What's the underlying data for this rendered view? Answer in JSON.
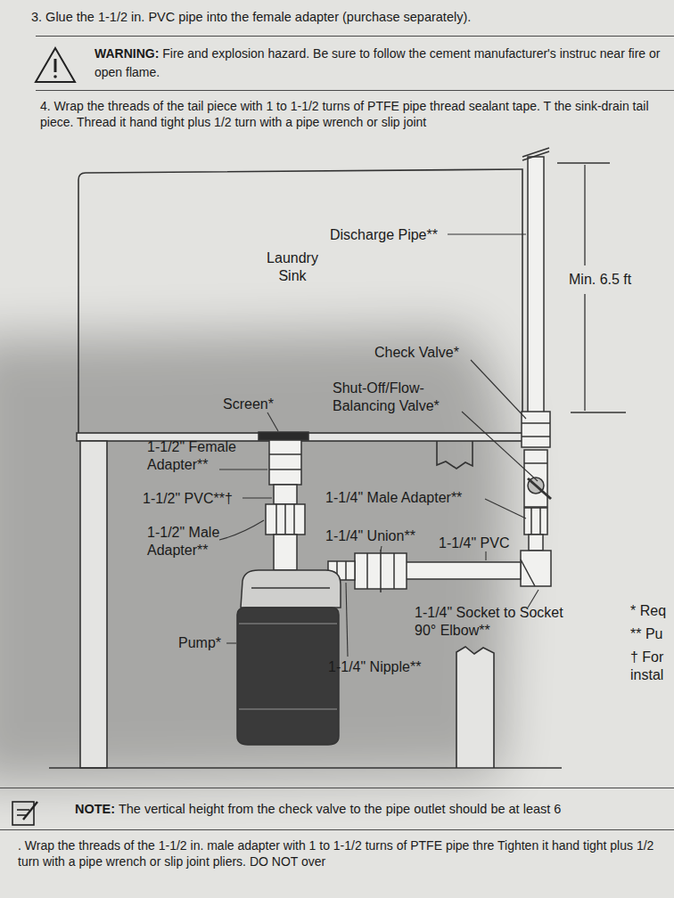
{
  "diagram": {
    "nodes": [
      {
        "text": [
          "WARNING:",
          "Fire and explosion hazard. Be sure to follow the cement manufacturer's instruc near fire or open flame."
        ]
      },
      {
        "text": [
          "NOTE:",
          "The vertical height from the check valve to the pipe outlet should be at least 6"
        ]
      }
    ],
    "labels": [
      "3. Glue the 1-1/2 in. PVC pipe into the female adapter (purchase separately).",
      "4. Wrap the threads of the tail piece with 1 to 1-1/2 turns of PTFE pipe thread sealant tape. T the sink-drain tail piece. Thread it hand tight plus 1/2 turn with a pipe wrench or slip joint",
      "Discharge Pipe**",
      "Laundry Sink",
      "Min. 6.5 ft",
      "Check Valve*",
      "Screen*",
      "Shut-Off/Flow- Balancing Valve*",
      "1-1/2\" Female Adapter**",
      "1-1/2\" PVC**†",
      "1-1/4\" Male Adapter**",
      "1-1/2\" Male Adapter**",
      "1-1/4\" Union**",
      "1-1/4\" PVC",
      "1-1/4\" Socket to Socket 90° Elbow**",
      "* Req",
      "** Pu",
      "Pump*",
      "† For instal",
      "1-1/4\" Nipple**",
      ". Wrap the threads of the 1-1/2 in. male adapter with 1 to 1-1/2 turns of PTFE pipe thre Tighten it hand tight plus 1/2 turn with a pipe wrench or slip joint pliers. DO NOT over"
    ]
  }
}
